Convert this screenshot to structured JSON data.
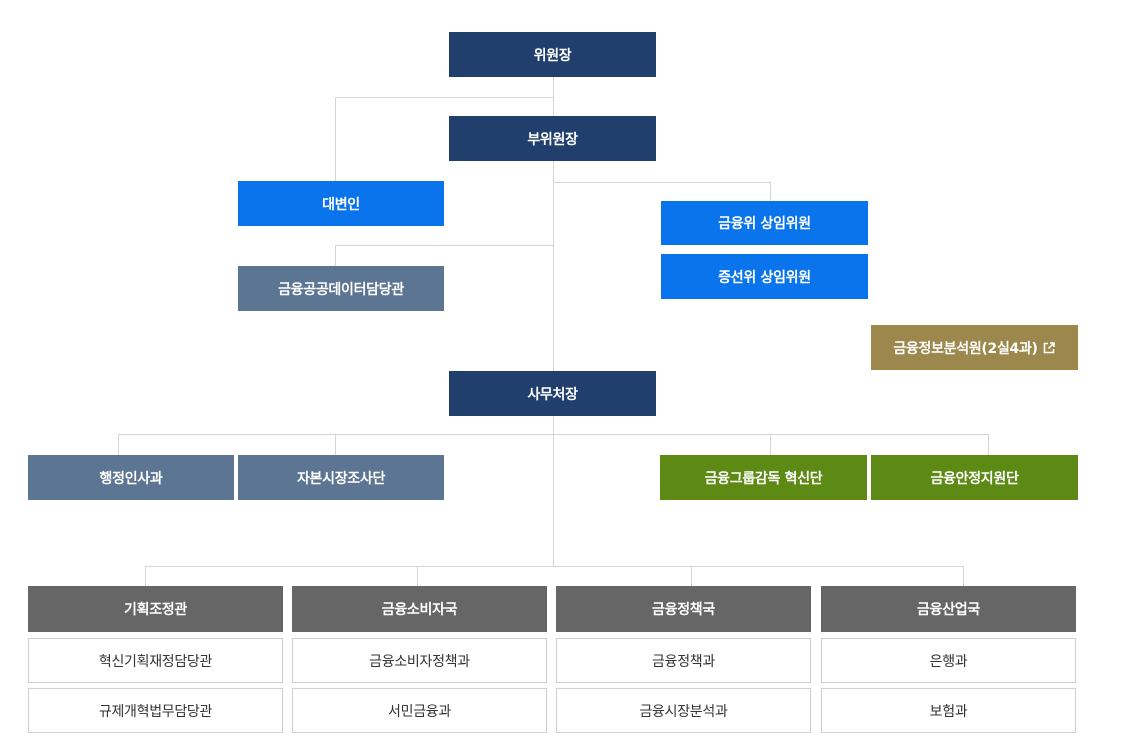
{
  "colors": {
    "navy": "#213f6c",
    "blue": "#0a74ec",
    "slate": "#5b7592",
    "gold": "#9c874c",
    "green": "#5d8a14",
    "gray": "#666666",
    "line": "#d4d4d4"
  },
  "nodes": {
    "chairman": "위원장",
    "vice_chairman": "부위원장",
    "spokesperson": "대변인",
    "public_data_officer": "금융공공데이터담당관",
    "fsc_commissioner": "금융위 상임위원",
    "sfc_commissioner": "증선위 상임위원",
    "fiu": "금융정보분석원(2실4과)",
    "secretary_general": "사무처장",
    "admin_personnel": "행정인사과",
    "capital_market_investigation": "자본시장조사단",
    "group_supervision_innovation": "금융그룹감독 혁신단",
    "stability_support": "금융안정지원단"
  },
  "fiu_icon": "external-link-icon",
  "bureaus": [
    {
      "title": "기획조정관",
      "items": [
        "혁신기획재정담당관",
        "규제개혁법무담당관"
      ]
    },
    {
      "title": "금융소비자국",
      "items": [
        "금융소비자정책과",
        "서민금융과"
      ]
    },
    {
      "title": "금융정책국",
      "items": [
        "금융정책과",
        "금융시장분석과"
      ]
    },
    {
      "title": "금융산업국",
      "items": [
        "은행과",
        "보험과"
      ]
    }
  ]
}
